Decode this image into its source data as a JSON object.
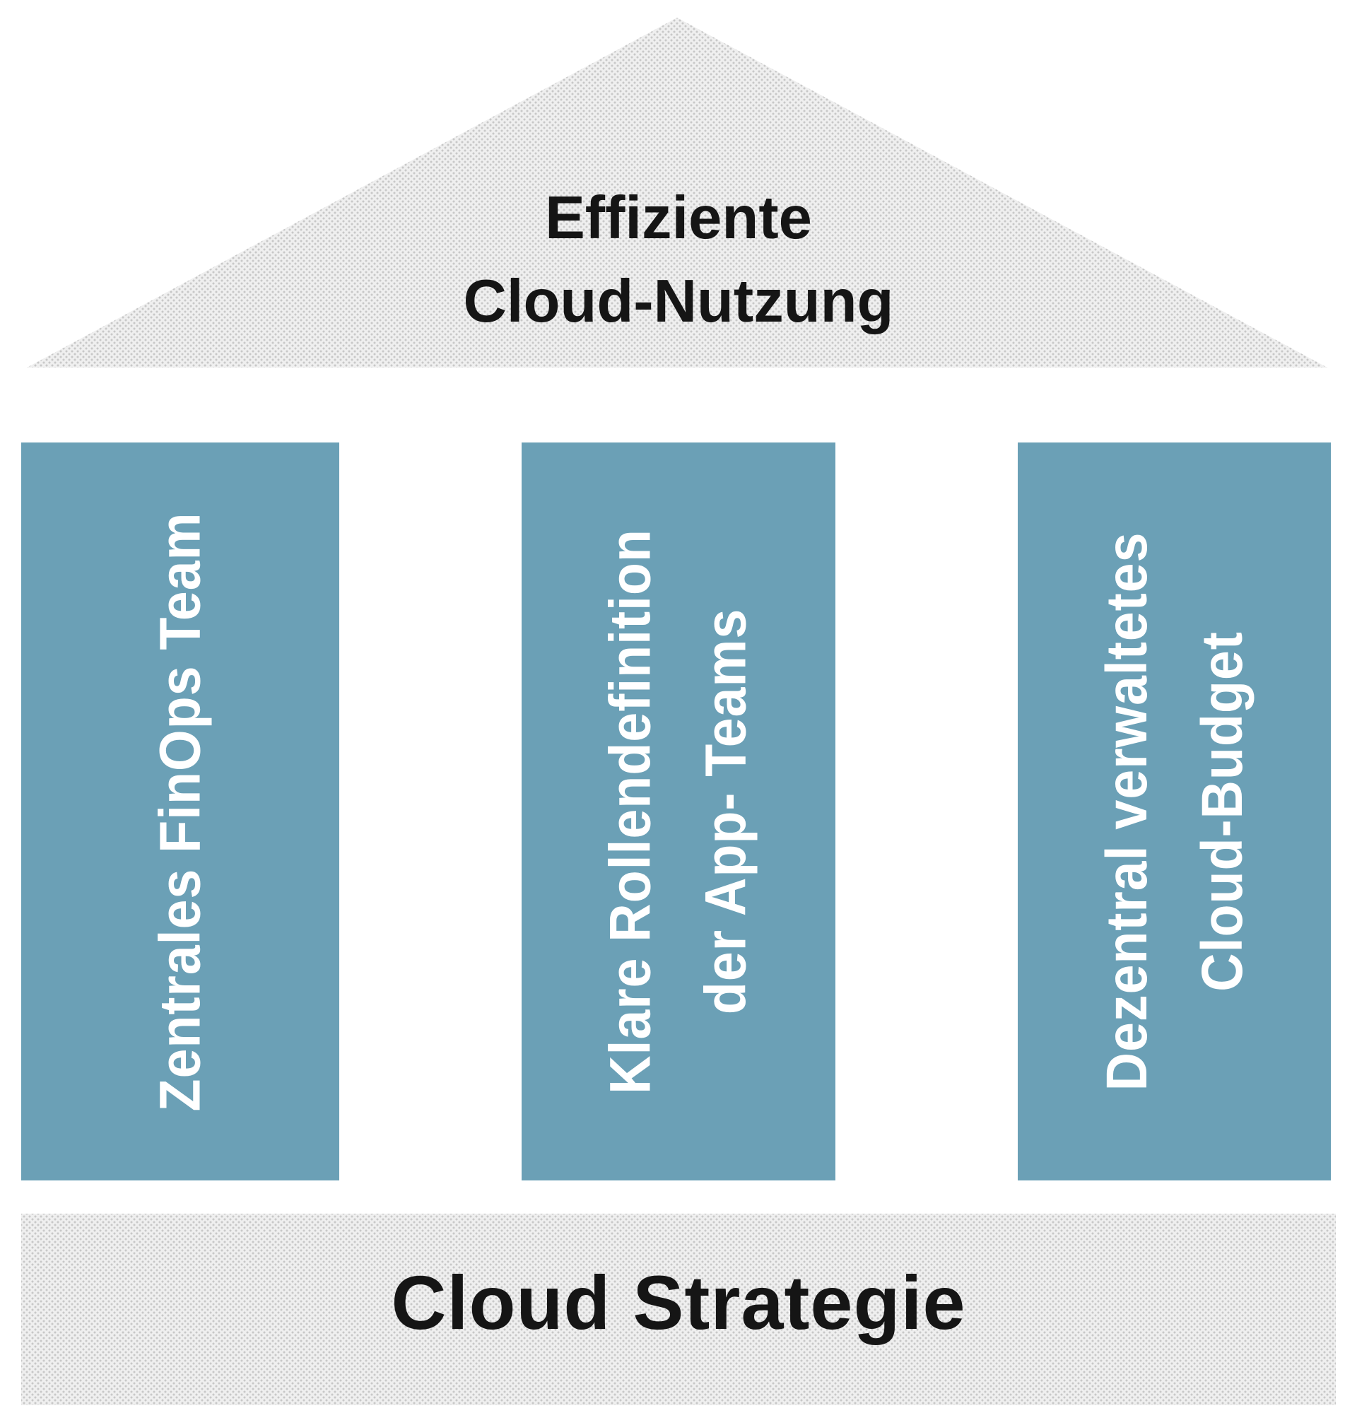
{
  "diagram": {
    "type": "temple-pillar-diagram",
    "roof": {
      "shape": "triangle",
      "line1": "Effiziente",
      "line2": "Cloud-Nutzung"
    },
    "pillars": [
      {
        "lines": [
          "Zentrales FinOps Team"
        ]
      },
      {
        "lines": [
          "Klare Rollendefinition",
          "der App- Teams"
        ]
      },
      {
        "lines": [
          "Dezentral verwaltetes",
          "Cloud-Budget"
        ]
      }
    ],
    "foundation": {
      "label": "Cloud Strategie"
    },
    "colors": {
      "pillar_fill": "#6ba0b6",
      "pillar_text": "#ffffff",
      "texture_background": "#efefef",
      "texture_dot": "#c8c8c8",
      "dark_text": "#151515",
      "page_background": "#ffffff"
    }
  }
}
